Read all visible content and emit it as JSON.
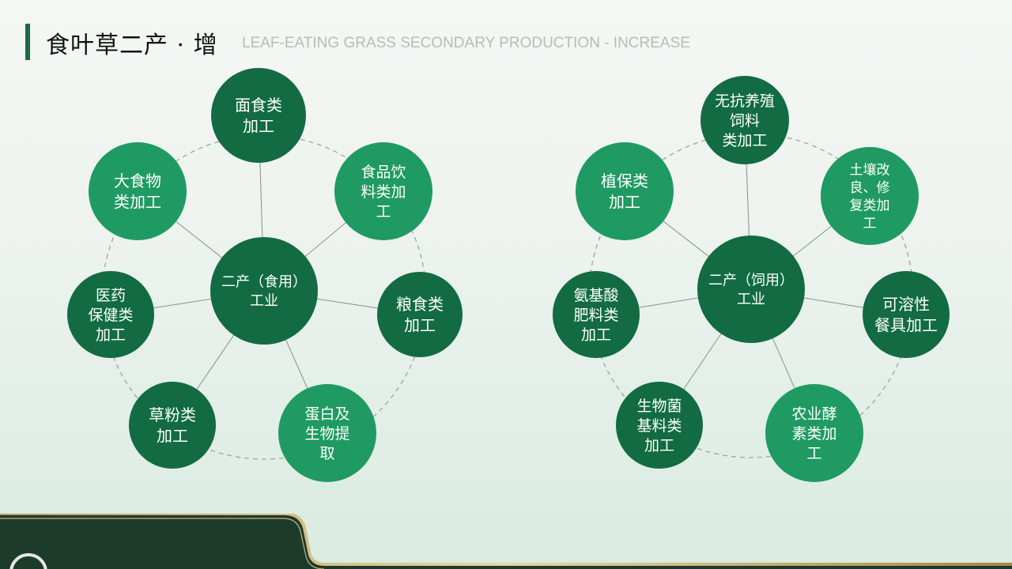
{
  "header": {
    "title": "食叶草二产 · 增",
    "subtitle": "LEAF-EATING GRASS SECONDARY PRODUCTION - INCREASE"
  },
  "colors": {
    "dark_green": "#126b42",
    "light_green": "#1f9a63",
    "accent_bar": "#1a6b45"
  },
  "diagrams": [
    {
      "id": "food",
      "center": {
        "label_lines": [
          "二产（食用）",
          "工业"
        ]
      },
      "nodes": [
        {
          "id": "noodle",
          "lines": [
            "面食类",
            "加工"
          ],
          "tone": "dark"
        },
        {
          "id": "drink",
          "lines": [
            "食品饮",
            "料类加",
            "工"
          ],
          "tone": "light"
        },
        {
          "id": "grain",
          "lines": [
            "粮食类",
            "加工"
          ],
          "tone": "dark"
        },
        {
          "id": "protein",
          "lines": [
            "蛋白及",
            "生物提",
            "取"
          ],
          "tone": "light"
        },
        {
          "id": "powder",
          "lines": [
            "草粉类",
            "加工"
          ],
          "tone": "dark"
        },
        {
          "id": "medicine",
          "lines": [
            "医药",
            "保健类",
            "加工"
          ],
          "tone": "dark"
        },
        {
          "id": "bigfood",
          "lines": [
            "大食物",
            "类加工"
          ],
          "tone": "light"
        }
      ]
    },
    {
      "id": "feed",
      "center": {
        "label_lines": [
          "二产（饲用）",
          "工业"
        ]
      },
      "nodes": [
        {
          "id": "antibiotic",
          "lines": [
            "无抗养殖",
            "饲料",
            "类加工"
          ],
          "tone": "dark"
        },
        {
          "id": "soil",
          "lines": [
            "土壤改",
            "良、修",
            "复类加",
            "工"
          ],
          "tone": "light"
        },
        {
          "id": "tableware",
          "lines": [
            "可溶性",
            "餐具加工"
          ],
          "tone": "dark"
        },
        {
          "id": "enzyme",
          "lines": [
            "农业酵",
            "素类加",
            "工"
          ],
          "tone": "light"
        },
        {
          "id": "bacteria",
          "lines": [
            "生物菌",
            "基料类",
            "加工"
          ],
          "tone": "dark"
        },
        {
          "id": "aminoacid",
          "lines": [
            "氨基酸",
            "肥料类",
            "加工"
          ],
          "tone": "dark"
        },
        {
          "id": "plantprotect",
          "lines": [
            "植保类",
            "加工"
          ],
          "tone": "light"
        }
      ]
    }
  ]
}
